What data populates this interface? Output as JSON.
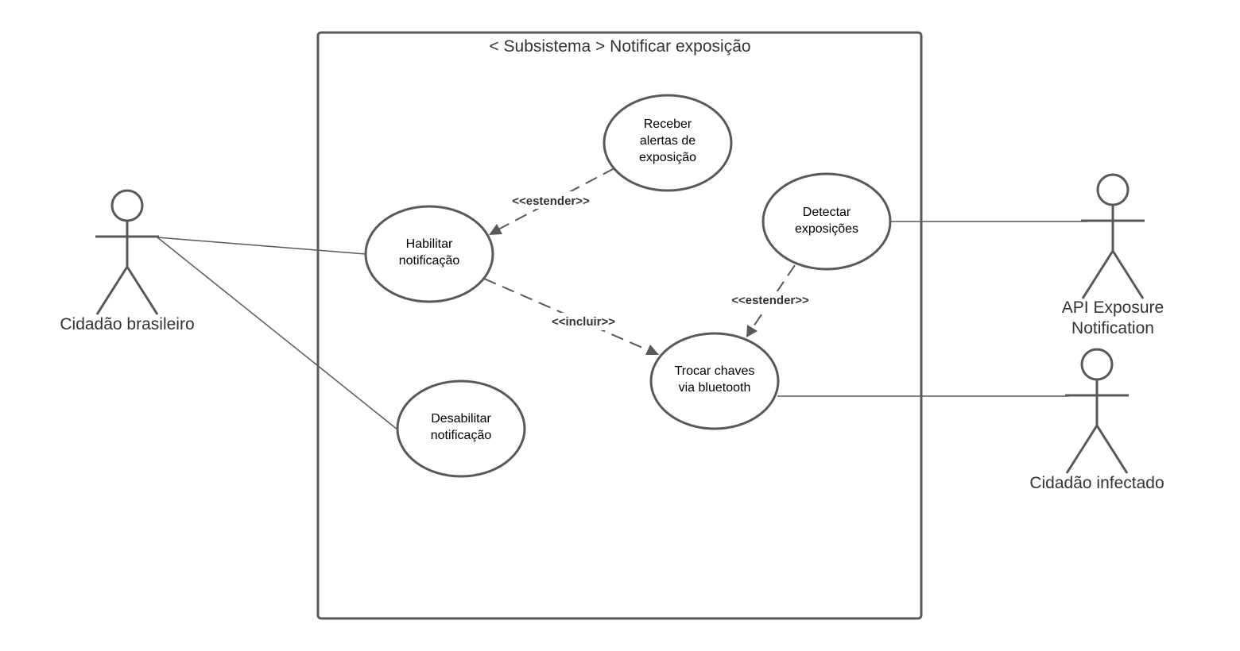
{
  "system": {
    "title": "< Subsistema > Notificar exposição"
  },
  "use_cases": {
    "receber": [
      "Receber",
      "alertas de",
      "exposição"
    ],
    "habilitar": [
      "Habilitar",
      "notificação"
    ],
    "detectar": [
      "Detectar",
      "exposições"
    ],
    "trocar": [
      "Trocar chaves",
      "via bluetooth"
    ],
    "desabilitar": [
      "Desabilitar",
      "notificação"
    ]
  },
  "actors": {
    "cidadao_brasileiro": [
      "Cidadão brasileiro"
    ],
    "api_exposure": [
      "API Exposure",
      "Notification"
    ],
    "cidadao_infectado": [
      "Cidadão infectado"
    ]
  },
  "relations": {
    "estender_1": "<<estender>>",
    "estender_2": "<<estender>>",
    "incluir": "<<incluir>>"
  },
  "colors": {
    "line": "#595959",
    "text": "#333333"
  }
}
